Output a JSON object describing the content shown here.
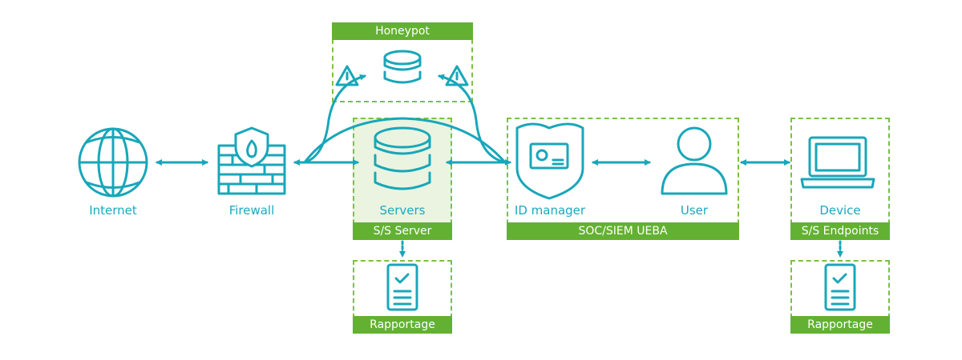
{
  "colors": {
    "icon": "#18a7b9",
    "green": "#63b132",
    "dash": "#7ac143"
  },
  "nodes": {
    "internet": "Internet",
    "firewall": "Firewall",
    "servers": "Servers",
    "id_manager": "ID manager",
    "user": "User",
    "device": "Device"
  },
  "groups": {
    "honeypot": "Honeypot",
    "ss_server": "S/S Server",
    "soc": "SOC/SIEM UEBA",
    "ss_endpoints": "S/S Endpoints",
    "report_server": "Rapportage",
    "report_endpoints": "Rapportage"
  }
}
